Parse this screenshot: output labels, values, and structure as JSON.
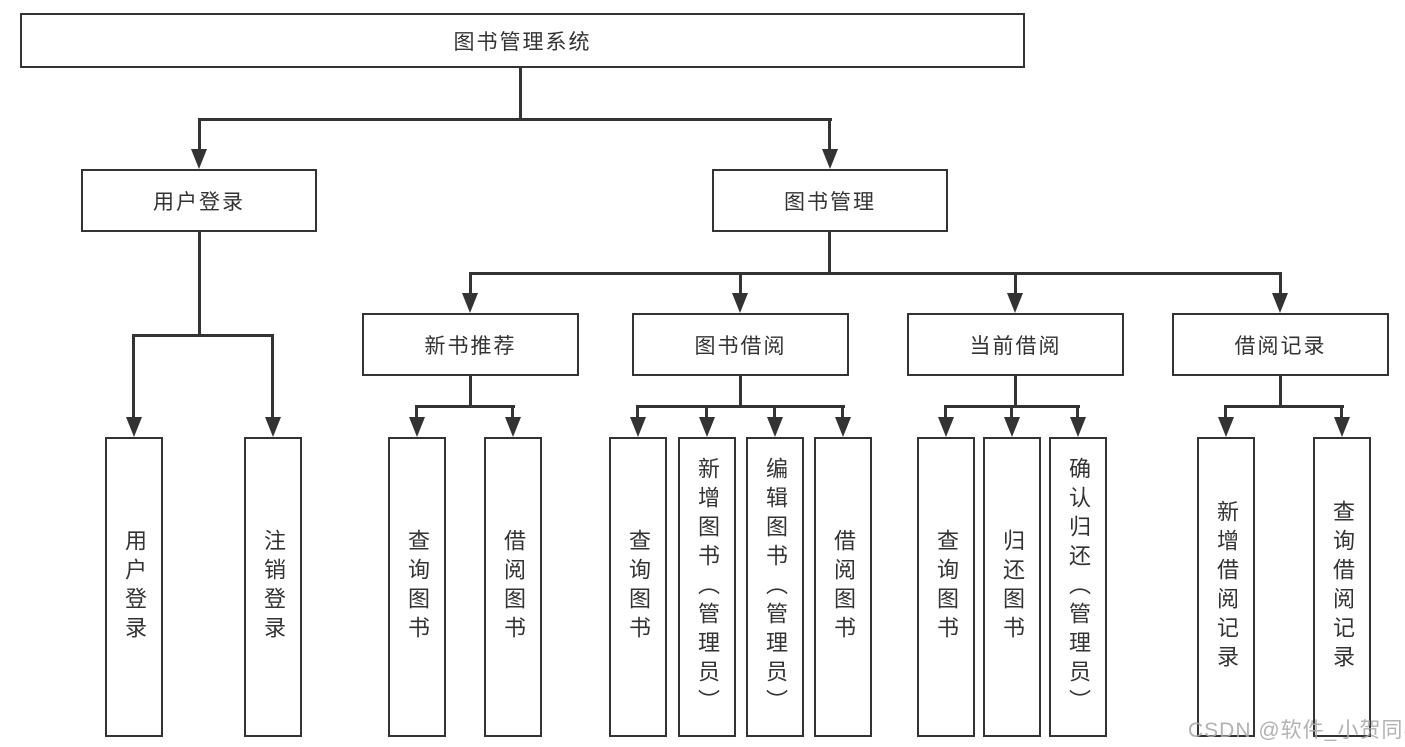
{
  "diagram": {
    "root_label": "图书管理系统",
    "branches": {
      "user_login": {
        "label": "用户登录",
        "leaves": [
          "用户登录",
          "注销登录"
        ]
      },
      "book_management": {
        "label": "图书管理",
        "groups": [
          {
            "label": "新书推荐",
            "leaves": [
              "查询图书",
              "借阅图书"
            ]
          },
          {
            "label": "图书借阅",
            "leaves": [
              "查询图书",
              "新增图书（管理员）",
              "编辑图书（管理员）",
              "借阅图书"
            ]
          },
          {
            "label": "当前借阅",
            "leaves": [
              "查询图书",
              "归还图书",
              "确认归还（管理员）"
            ]
          },
          {
            "label": "借阅记录",
            "leaves": [
              "新增借阅记录",
              "查询借阅记录"
            ]
          }
        ]
      }
    }
  },
  "watermark": {
    "text": "CSDN @软件_小贺同学"
  },
  "colors": {
    "line": "#333333",
    "box_border": "#333333",
    "text": "#333333",
    "background": "#ffffff",
    "watermark": "#aaaaaa"
  }
}
